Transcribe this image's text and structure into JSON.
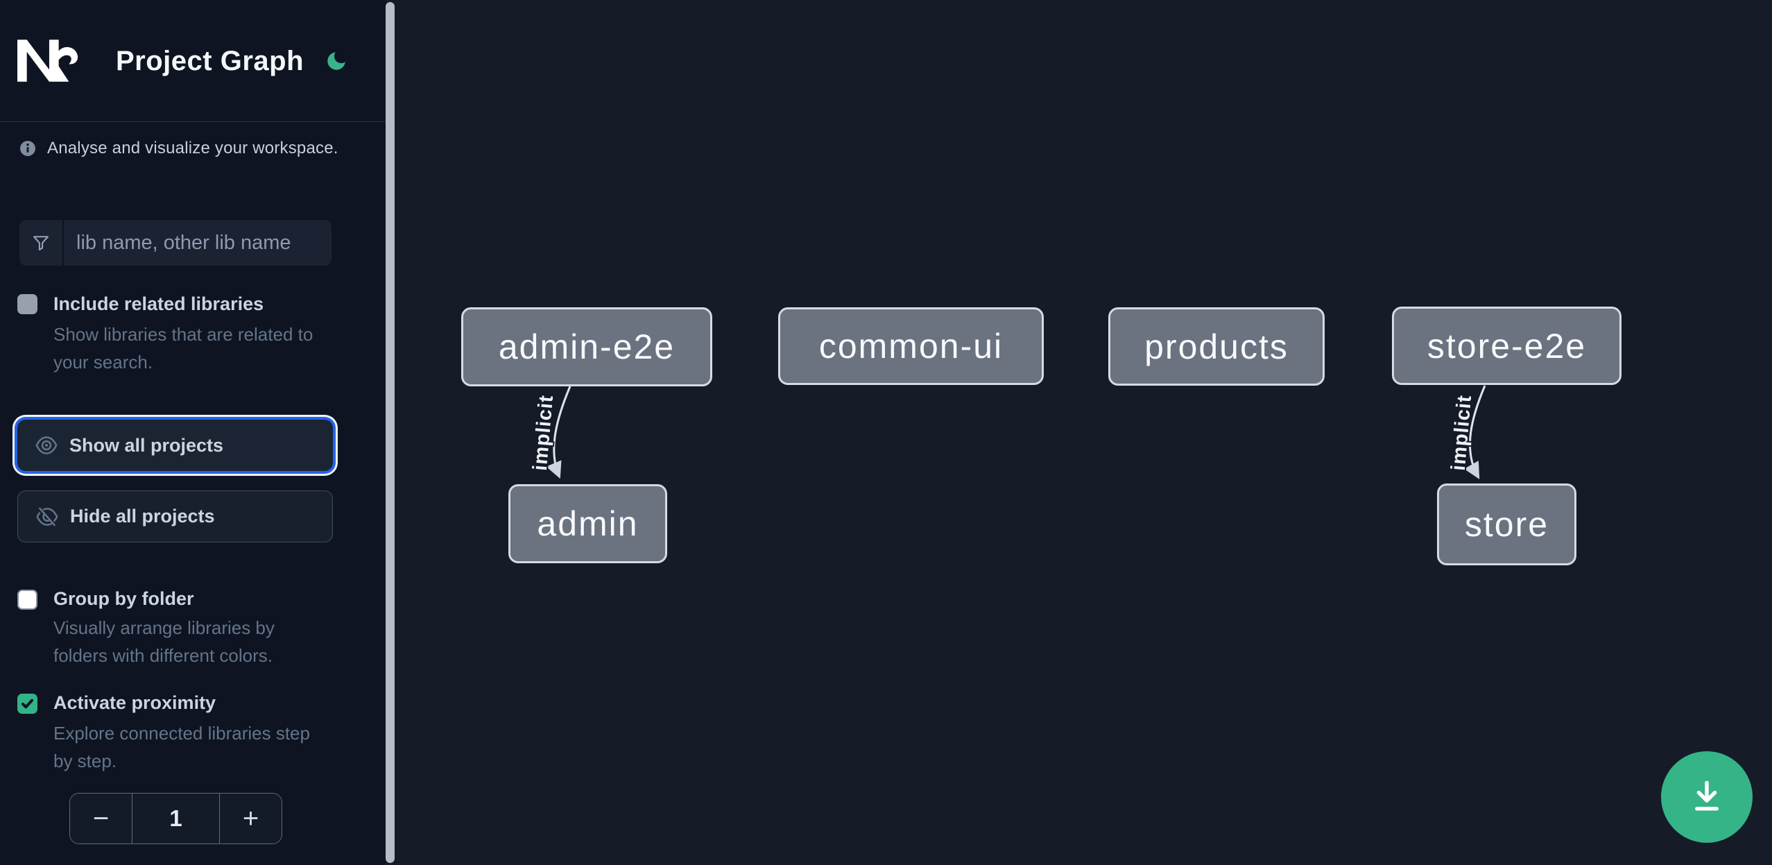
{
  "header": {
    "title": "Project Graph"
  },
  "sidebar": {
    "tagline": "Analyse and visualize your workspace.",
    "filter": {
      "placeholder": "lib name, other lib name",
      "value": ""
    },
    "options": [
      {
        "label": "Include related libraries",
        "description": "Show libraries that are related to your search.",
        "checked": false,
        "disabled": true
      },
      {
        "label": "Group by folder",
        "description": "Visually arrange libraries by folders with different colors.",
        "checked": false,
        "disabled": false
      },
      {
        "label": "Activate proximity",
        "description": "Explore connected libraries step by step.",
        "checked": true,
        "disabled": false
      }
    ],
    "actions": {
      "show_all": "Show all projects",
      "hide_all": "Hide all projects"
    },
    "stepper": {
      "decrement": "−",
      "value": "1",
      "increment": "+"
    }
  },
  "graph": {
    "nodes": [
      {
        "label": "admin-e2e"
      },
      {
        "label": "common-ui"
      },
      {
        "label": "products"
      },
      {
        "label": "store-e2e"
      },
      {
        "label": "admin"
      },
      {
        "label": "store"
      }
    ],
    "edges": [
      {
        "label": "implicit",
        "from": "admin-e2e",
        "to": "admin"
      },
      {
        "label": "implicit",
        "from": "store-e2e",
        "to": "store"
      }
    ]
  },
  "icons": {
    "theme": "moon-icon",
    "tagline": "info-icon",
    "filter": "funnel-icon",
    "show_all": "eye-icon",
    "hide_all": "eye-slash-icon",
    "fab": "download-icon"
  },
  "colors": {
    "accent_green": "#35b487",
    "focus_blue": "#2563eb",
    "node_fill": "#6b7280",
    "node_border": "#d6dbe3",
    "sidebar_bg": "#0e1421",
    "canvas_bg": "#161b28"
  }
}
